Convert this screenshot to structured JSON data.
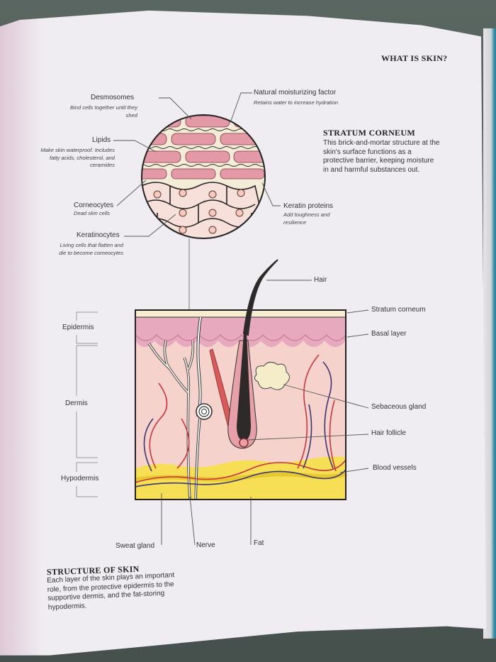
{
  "page": {
    "running_head": "WHAT IS SKIN?"
  },
  "stratum_corneum_panel": {
    "heading": "STRATUM CORNEUM",
    "body": "This brick-and-mortar structure at the skin's surface functions as a protective barrier, keeping moisture in and harmful substances out."
  },
  "callouts": {
    "desmosomes": {
      "title": "Desmosomes",
      "desc": "Bind cells together until they shed"
    },
    "nmf": {
      "title": "Natural moisturizing factor",
      "desc": "Retains water to increase hydration"
    },
    "lipids": {
      "title": "Lipids",
      "desc": "Make skin waterproof. Includes fatty acids, cholesterol, and ceramides"
    },
    "corneocytes": {
      "title": "Corneocytes",
      "desc": "Dead skin cells"
    },
    "keratin": {
      "title": "Keratin proteins",
      "desc": "Add toughness and resilience"
    },
    "keratinocytes": {
      "title": "Keratinocytes",
      "desc": "Living cells that flatten and die to become corneocytes"
    }
  },
  "layer_labels": {
    "epidermis": "Epidermis",
    "dermis": "Dermis",
    "hypodermis": "Hypodermis"
  },
  "structure_labels": {
    "hair": "Hair",
    "stratum_corneum": "Stratum corneum",
    "basal_layer": "Basal layer",
    "sebaceous_gland": "Sebaceous gland",
    "hair_follicle": "Hair follicle",
    "blood_vessels": "Blood vessels",
    "sweat_gland": "Sweat gland",
    "nerve": "Nerve",
    "fat": "Fat"
  },
  "structure_panel": {
    "heading": "STRUCTURE OF SKIN",
    "body": "Each layer of the skin plays an important role, from the protective epidermis to the supportive dermis, and the fat-storing hypodermis."
  },
  "colors": {
    "page": "#efedf2",
    "epidermis_pink": "#e7a9bd",
    "dermis_peach": "#f5d3cc",
    "fat_yellow": "#f6df55",
    "stratum_cream": "#f5ecd2",
    "artery_red": "#c8343f",
    "vein_navy": "#3d3572",
    "outline": "#222222"
  }
}
